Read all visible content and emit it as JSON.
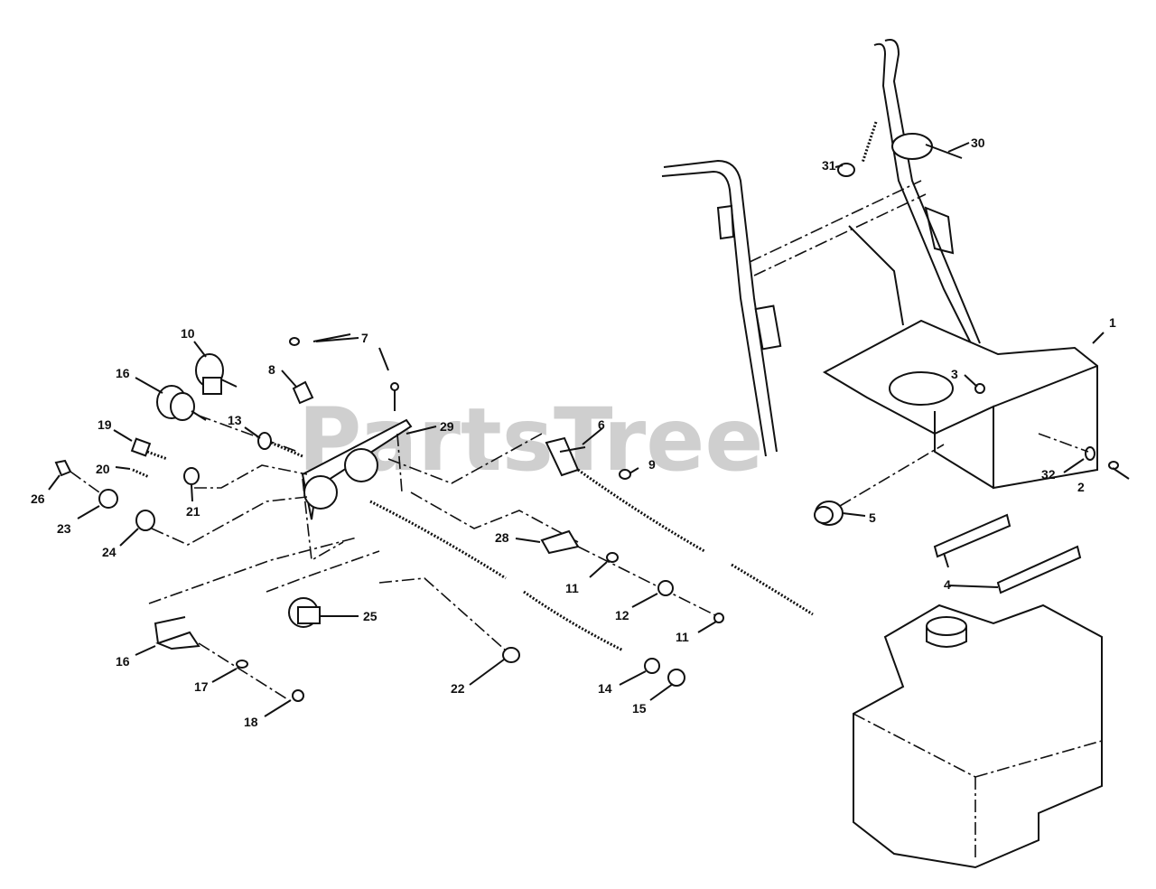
{
  "watermark": "PartsTree",
  "callouts": [
    "1",
    "2",
    "3",
    "4",
    "5",
    "6",
    "7",
    "8",
    "9",
    "10",
    "11",
    "11",
    "12",
    "13",
    "14",
    "15",
    "16",
    "16",
    "17",
    "18",
    "19",
    "20",
    "21",
    "22",
    "23",
    "24",
    "25",
    "26",
    "28",
    "29",
    "30",
    "31",
    "32"
  ]
}
